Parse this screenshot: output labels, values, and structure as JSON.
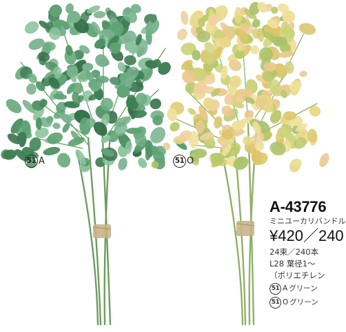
{
  "product": {
    "code": "A-43776",
    "name": "ミニユーカリバンドル",
    "price": "¥420／",
    "price_tail": "240",
    "pack": "24束／240本",
    "size": "L28 葉径1〜",
    "material": "（ポリエチレン"
  },
  "variants": [
    {
      "number": "51",
      "letter": "A",
      "color_name": "グリーン",
      "short_label": "A"
    },
    {
      "number": "51",
      "letter": "O",
      "color_name": "グリーン",
      "short_label": "O"
    }
  ],
  "colors": {
    "green_bunch": "#5b9a6a",
    "yellow_bunch": "#e2cf7c"
  }
}
